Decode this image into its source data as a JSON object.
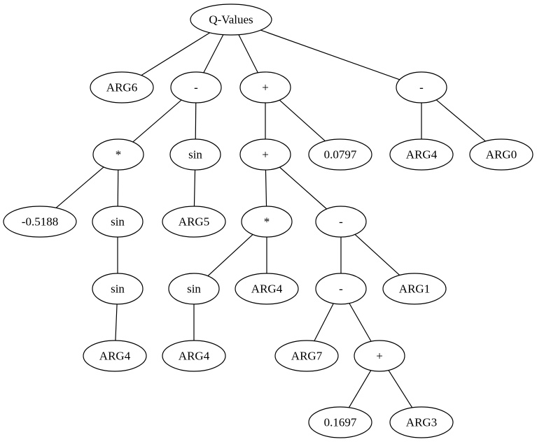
{
  "diagram": {
    "root": "n0",
    "nodes": [
      {
        "id": "n0",
        "label": "Q-Values"
      },
      {
        "id": "n1",
        "label": "ARG6"
      },
      {
        "id": "n2",
        "label": "-"
      },
      {
        "id": "n3",
        "label": "+"
      },
      {
        "id": "n4",
        "label": "-"
      },
      {
        "id": "n5",
        "label": "*"
      },
      {
        "id": "n6",
        "label": "sin"
      },
      {
        "id": "n7",
        "label": "+"
      },
      {
        "id": "n8",
        "label": "0.0797"
      },
      {
        "id": "n9",
        "label": "ARG4"
      },
      {
        "id": "n10",
        "label": "ARG0"
      },
      {
        "id": "n11",
        "label": "-0.5188"
      },
      {
        "id": "n12",
        "label": "sin"
      },
      {
        "id": "n13",
        "label": "ARG5"
      },
      {
        "id": "n14",
        "label": "*"
      },
      {
        "id": "n15",
        "label": "-"
      },
      {
        "id": "n16",
        "label": "sin"
      },
      {
        "id": "n17",
        "label": "sin"
      },
      {
        "id": "n18",
        "label": "ARG4"
      },
      {
        "id": "n19",
        "label": "-"
      },
      {
        "id": "n20",
        "label": "ARG1"
      },
      {
        "id": "n21",
        "label": "ARG4"
      },
      {
        "id": "n22",
        "label": "ARG4"
      },
      {
        "id": "n23",
        "label": "ARG7"
      },
      {
        "id": "n24",
        "label": "+"
      },
      {
        "id": "n25",
        "label": "0.1697"
      },
      {
        "id": "n26",
        "label": "ARG3"
      }
    ],
    "edges": [
      [
        "n0",
        "n1"
      ],
      [
        "n0",
        "n2"
      ],
      [
        "n0",
        "n3"
      ],
      [
        "n0",
        "n4"
      ],
      [
        "n2",
        "n5"
      ],
      [
        "n2",
        "n6"
      ],
      [
        "n3",
        "n7"
      ],
      [
        "n3",
        "n8"
      ],
      [
        "n4",
        "n9"
      ],
      [
        "n4",
        "n10"
      ],
      [
        "n5",
        "n11"
      ],
      [
        "n5",
        "n12"
      ],
      [
        "n6",
        "n13"
      ],
      [
        "n7",
        "n14"
      ],
      [
        "n7",
        "n15"
      ],
      [
        "n12",
        "n16"
      ],
      [
        "n14",
        "n17"
      ],
      [
        "n14",
        "n18"
      ],
      [
        "n15",
        "n19"
      ],
      [
        "n15",
        "n20"
      ],
      [
        "n16",
        "n21"
      ],
      [
        "n17",
        "n22"
      ],
      [
        "n19",
        "n23"
      ],
      [
        "n19",
        "n24"
      ],
      [
        "n24",
        "n25"
      ],
      [
        "n24",
        "n26"
      ]
    ]
  }
}
